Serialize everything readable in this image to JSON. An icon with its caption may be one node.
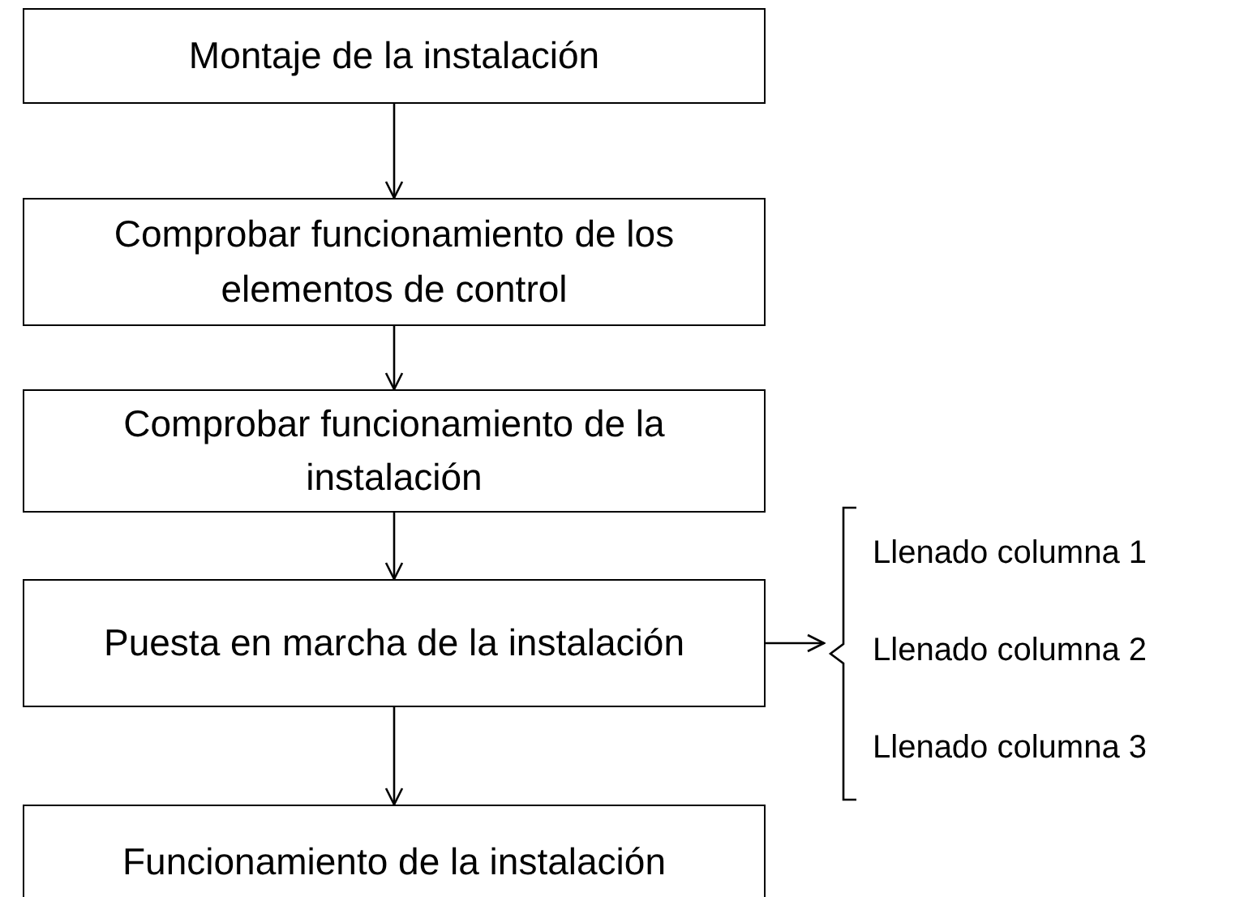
{
  "diagram": {
    "nodes": [
      {
        "text": [
          "Montaje de la instalación"
        ]
      },
      {
        "text": [
          "Comprobar funcionamiento de los elementos de control"
        ]
      },
      {
        "text": [
          "Comprobar funcionamiento de la instalación"
        ]
      },
      {
        "text": [
          "Puesta en marcha de la instalación"
        ]
      },
      {
        "text": [
          "Funcionamiento de la instalación"
        ]
      },
      {
        "text": [
          "Llenado columna 1",
          "Llenado columna 2",
          "Llenado columna 3"
        ]
      }
    ],
    "edges": [
      {
        "from": 0,
        "to": 1,
        "arrow": "to"
      },
      {
        "from": 1,
        "to": 2,
        "arrow": "to"
      },
      {
        "from": 2,
        "to": 3,
        "arrow": "to"
      },
      {
        "from": 3,
        "to": 4,
        "arrow": "to"
      },
      {
        "from": 3,
        "to": 5,
        "arrow": "to"
      }
    ]
  }
}
